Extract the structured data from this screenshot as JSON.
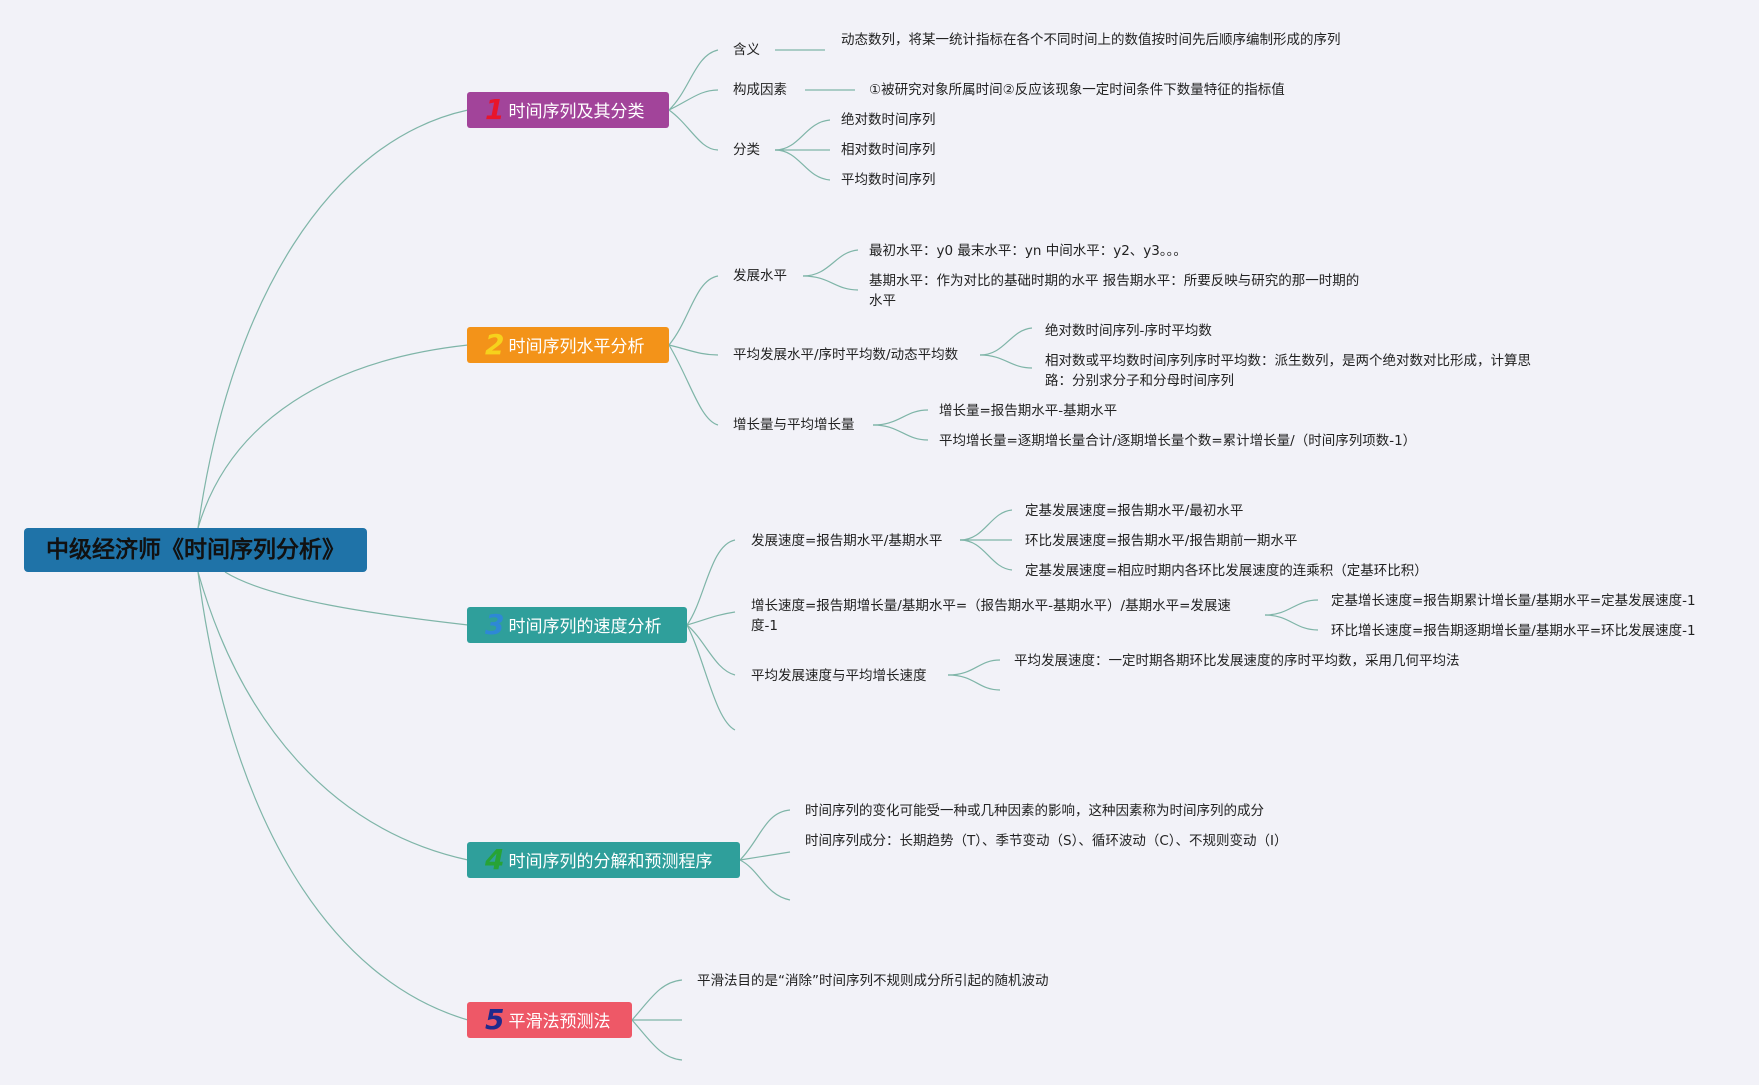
{
  "root": "中级经济师《时间序列分析》",
  "branches": [
    {
      "num": "1",
      "title": "时间序列及其分类",
      "color": "#a2449a",
      "num_color": "#e8152b"
    },
    {
      "num": "2",
      "title": "时间序列水平分析",
      "color": "#f39319",
      "num_color": "#f6d21c"
    },
    {
      "num": "3",
      "title": "时间序列的速度分析",
      "color": "#2f9f9b",
      "num_color": "#2e88d6"
    },
    {
      "num": "4",
      "title": "时间序列的分解和预测程序",
      "color": "#2f9f9b",
      "num_color": "#27a336"
    },
    {
      "num": "5",
      "title": "平滑法预测法",
      "color": "#ee5867",
      "num_color": "#1f2a8c"
    }
  ],
  "b1": {
    "meaning_label": "含义",
    "meaning_text": "动态数列，将某一统计指标在各个不同时间上的数值按时间先后顺序编制形成的序列",
    "factors_label": "构成因素",
    "factors_text": "①被研究对象所属时间②反应该现象一定时间条件下数量特征的指标值",
    "class_label": "分类",
    "class_items": [
      "绝对数时间序列",
      "相对数时间序列",
      "平均数时间序列"
    ]
  },
  "b2": {
    "dev_label": "发展水平",
    "dev_items": [
      "最初水平：y0 最末水平：yn 中间水平：y2、y3。。。",
      "基期水平：作为对比的基础时期的水平 报告期水平：所要反映与研究的那一时期的水平"
    ],
    "avg_label": "平均发展水平/序时平均数/动态平均数",
    "avg_items": [
      "绝对数时间序列-序时平均数",
      "相对数或平均数时间序列序时平均数：派生数列，是两个绝对数对比形成，计算思路：分别求分子和分母时间序列"
    ],
    "inc_label": "增长量与平均增长量",
    "inc_items": [
      "增长量=报告期水平-基期水平",
      "平均增长量=逐期增长量合计/逐期增长量个数=累计增长量/（时间序列项数-1）"
    ]
  },
  "b3": {
    "speed_label": "发展速度=报告期水平/基期水平",
    "speed_items": [
      "定基发展速度=报告期水平/最初水平",
      "环比发展速度=报告期水平/报告期前一期水平",
      "定基发展速度=相应时期内各环比发展速度的连乘积（定基环比积）"
    ],
    "growth_label": "增长速度=报告期增长量/基期水平=（报告期水平-基期水平）/基期水平=发展速度-1",
    "growth_items": [
      "定基增长速度=报告期累计增长量/基期水平=定基发展速度-1",
      "环比增长速度=报告期逐期增长量/基期水平=环比发展速度-1"
    ],
    "avgspeed_label": "平均发展速度与平均增长速度",
    "avgspeed_items": [
      "平均发展速度：一定时期各期环比发展速度的序时平均数，采用几何平均法"
    ]
  },
  "b4": {
    "items": [
      "时间序列的变化可能受一种或几种因素的影响，这种因素称为时间序列的成分",
      "时间序列成分：长期趋势（T）、季节变动（S）、循环波动（C）、不规则变动（I）"
    ]
  },
  "b5": {
    "items": [
      "平滑法目的是“消除”时间序列不规则成分所引起的随机波动"
    ]
  }
}
